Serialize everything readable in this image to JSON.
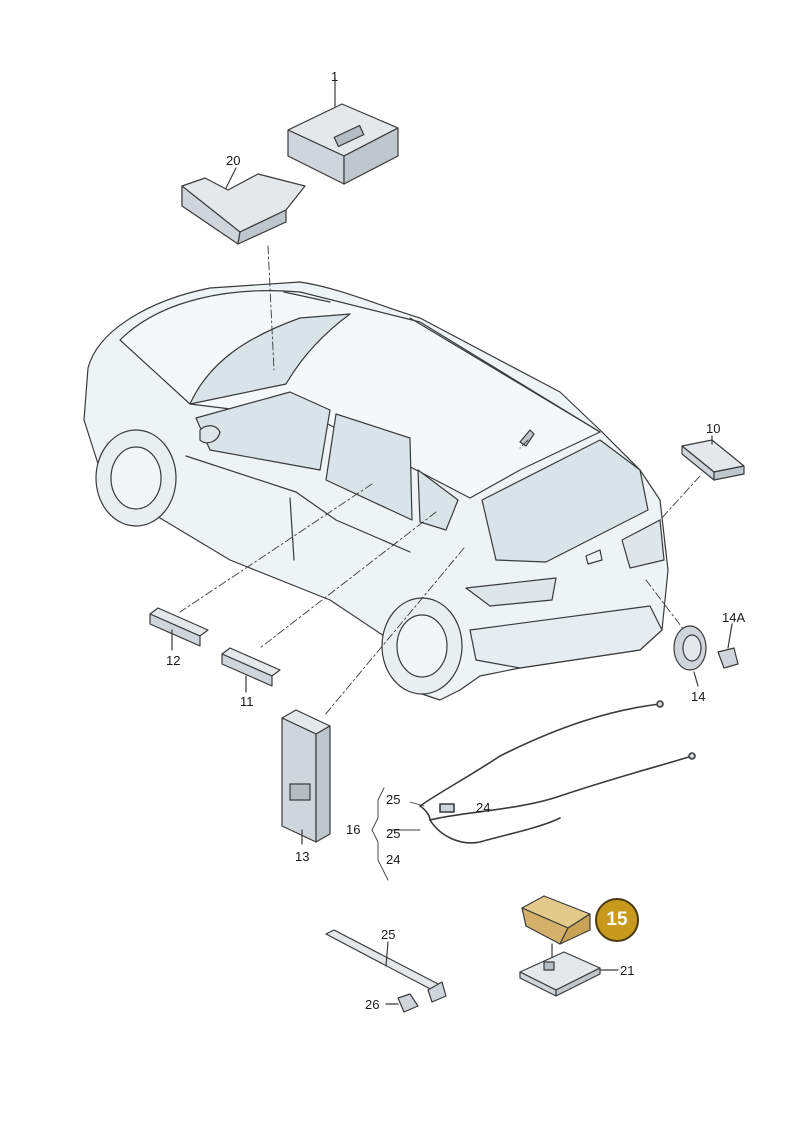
{
  "colors": {
    "line": "#3a3a3a",
    "body_fill": "#eef3f5",
    "glass_fill": "#d8e4e8",
    "part_fill": "#d9dee2",
    "highlight_part": "#e3c98a",
    "badge": "#c79a1e"
  },
  "callouts": {
    "c1": "1",
    "c20": "20",
    "c10": "10",
    "c14a": "14A",
    "c14": "14",
    "c12": "12",
    "c11": "11",
    "c13": "13",
    "c25a": "25",
    "c24a": "24",
    "c16": "16",
    "c25b": "25",
    "c24b": "24",
    "c15": "15",
    "c25c": "25",
    "c26": "26",
    "c21": "21"
  }
}
